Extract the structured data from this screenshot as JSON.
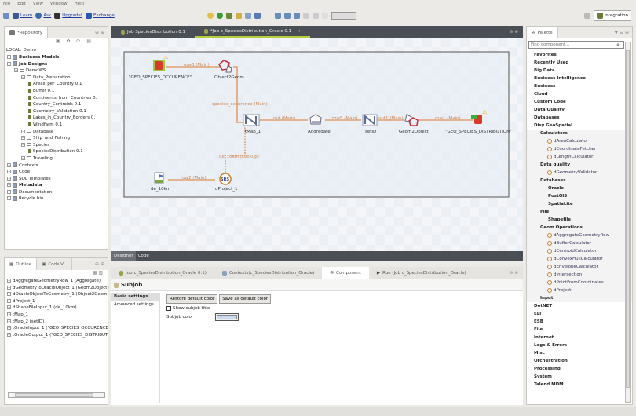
{
  "menu": [
    "File",
    "Edit",
    "View",
    "Window",
    "Help"
  ],
  "toolbar": {
    "learn": "Learn",
    "ask": "Ask",
    "upgrade": "Upgrade!",
    "exchange": "Exchange",
    "perspective": "Integration"
  },
  "repository": {
    "tab": "*Repository",
    "local": "LOCAL: Demo",
    "items": [
      {
        "label": "Business Models",
        "level": 0,
        "bold": true,
        "type": "root"
      },
      {
        "label": "Job Designs",
        "level": 0,
        "bold": true,
        "type": "root"
      },
      {
        "label": "DemoWS",
        "level": 1,
        "type": "folder"
      },
      {
        "label": "Data_Preparation",
        "level": 2,
        "type": "folder"
      },
      {
        "label": "Areas_per_Country 0.1",
        "level": 3,
        "type": "job"
      },
      {
        "label": "Buffer 0.1",
        "level": 3,
        "type": "job"
      },
      {
        "label": "Continents_from_Countries 0.",
        "level": 3,
        "type": "job"
      },
      {
        "label": "Country_Centroids 0.1",
        "level": 3,
        "type": "job"
      },
      {
        "label": "Geometry_Validation 0.1",
        "level": 3,
        "type": "job"
      },
      {
        "label": "Lakes_in_Country_Borders 0.",
        "level": 3,
        "type": "job"
      },
      {
        "label": "Windfarm 0.1",
        "level": 3,
        "type": "job"
      },
      {
        "label": "Database",
        "level": 2,
        "type": "folder"
      },
      {
        "label": "Ship_and_Fishing",
        "level": 2,
        "type": "folder"
      },
      {
        "label": "Species",
        "level": 2,
        "type": "folder"
      },
      {
        "label": "SpeciesDistribution 0.1",
        "level": 3,
        "type": "job"
      },
      {
        "label": "Traveling",
        "level": 2,
        "type": "folder"
      },
      {
        "label": "Contexts",
        "level": 0,
        "type": "root"
      },
      {
        "label": "Code",
        "level": 0,
        "type": "root"
      },
      {
        "label": "SQL Templates",
        "level": 0,
        "type": "root"
      },
      {
        "label": "Metadata",
        "level": 0,
        "bold": true,
        "type": "root"
      },
      {
        "label": "Documentation",
        "level": 0,
        "type": "root"
      },
      {
        "label": "Recycle bin",
        "level": 0,
        "type": "root"
      }
    ]
  },
  "outline": {
    "tabs": [
      "Outline",
      "Code V..."
    ],
    "items": [
      "dAggregateGeometryRow_1 (Aggregate)",
      "dGeometryToOracleObject_1 (Geom2Object)",
      "dOracleObjectToGeometry_1 (Object2Geom)",
      "dProject_1",
      "dShapeFileInput_1 (de_10km)",
      "tMap_1",
      "tMap_2 (setID)",
      "tOracleInput_1 (\"GEO_SPECIES_OCCURENCE",
      "tOracleOutput_1 (\"GEO_SPECIES_DISTRIBUT"
    ]
  },
  "editor": {
    "tabs": [
      {
        "label": "Job SpeciesDistribution 0.1",
        "active": false
      },
      {
        "label": "*Job c_SpeciesDistribution_Oracle 0.1",
        "active": true
      }
    ],
    "nodes": {
      "occ": "\"GEO_SPECIES_OCCURENCE\"",
      "o2g": "Object2Geom",
      "tmap": "tMap_1",
      "agg": "Aggregate",
      "setid": "setID",
      "g2o": "Geom2Object",
      "dist": "\"GEO_SPECIES_DISTRIBUTION\"",
      "de": "de_10km",
      "proj": "dProject_1"
    },
    "links": {
      "row3": "row3 (Main)",
      "species": "species_occurence (Main)",
      "out": "out (Main)",
      "row5": "row5 (Main)",
      "out1": "out1 (Main)",
      "row1": "row1 (Main)",
      "lookup": "de_10km (Lookup)",
      "row2": "row2 (Main)"
    },
    "modes": [
      "Designer",
      "Code"
    ]
  },
  "bottom": {
    "tabs": [
      {
        "label": "Job(c_SpeciesDistribution_Oracle 0.1)"
      },
      {
        "label": "Contexts(c_SpeciesDistribution_Oracle)"
      },
      {
        "label": "Component",
        "active": true
      },
      {
        "label": "Run (Job c_SpeciesDistribution_Oracle)"
      }
    ],
    "title": "Subjob",
    "side": [
      "Basic settings",
      "Advanced settings"
    ],
    "restore": "Restore default color",
    "save": "Save as default color",
    "show_title": "Show subjob title",
    "show_title_checked": false,
    "color_label": "Subjob color",
    "color": "#c8dcf0"
  },
  "palette": {
    "tab": "Palette",
    "search_placeholder": "Find component...",
    "items": [
      {
        "t": "cat",
        "l": "Favorites"
      },
      {
        "t": "cat",
        "l": "Recently Used"
      },
      {
        "t": "cat",
        "l": "Big Data"
      },
      {
        "t": "cat",
        "l": "Business Intelligence"
      },
      {
        "t": "cat",
        "l": "Business"
      },
      {
        "t": "cat",
        "l": "Cloud"
      },
      {
        "t": "cat",
        "l": "Custom Code"
      },
      {
        "t": "cat",
        "l": "Data Quality"
      },
      {
        "t": "cat",
        "l": "Databases"
      },
      {
        "t": "cat",
        "l": "Disy GeoSpatial"
      },
      {
        "t": "sub",
        "l": "Calculators"
      },
      {
        "t": "comp",
        "l": "dAreaCalculator"
      },
      {
        "t": "comp",
        "l": "dCoordinateFetcher"
      },
      {
        "t": "comp",
        "l": "dLengthCalculator"
      },
      {
        "t": "sub",
        "l": "Data quality"
      },
      {
        "t": "comp",
        "l": "dGeometryValidator"
      },
      {
        "t": "sub",
        "l": "Databases"
      },
      {
        "t": "sub2",
        "l": "Oracle"
      },
      {
        "t": "sub2",
        "l": "PostGIS"
      },
      {
        "t": "sub2",
        "l": "SpatiaLite"
      },
      {
        "t": "sub",
        "l": "File"
      },
      {
        "t": "sub2",
        "l": "Shapefile"
      },
      {
        "t": "sub",
        "l": "Geom Operations"
      },
      {
        "t": "comp",
        "l": "dAggregateGeometryRow"
      },
      {
        "t": "comp",
        "l": "dBufferCalculator"
      },
      {
        "t": "comp",
        "l": "dCentroidCalculator"
      },
      {
        "t": "comp",
        "l": "dConvexHullCalculator"
      },
      {
        "t": "comp",
        "l": "dEnvelopeCalculator"
      },
      {
        "t": "comp",
        "l": "dIntersection"
      },
      {
        "t": "comp",
        "l": "dPointFromCoordinates"
      },
      {
        "t": "comp",
        "l": "dProject"
      },
      {
        "t": "sub",
        "l": "Input"
      },
      {
        "t": "cat",
        "l": "DotNET"
      },
      {
        "t": "cat",
        "l": "ELT"
      },
      {
        "t": "cat",
        "l": "ESB"
      },
      {
        "t": "cat",
        "l": "File"
      },
      {
        "t": "cat",
        "l": "Internet"
      },
      {
        "t": "cat",
        "l": "Logs & Errors"
      },
      {
        "t": "cat",
        "l": "Misc"
      },
      {
        "t": "cat",
        "l": "Orchestration"
      },
      {
        "t": "cat",
        "l": "Processing"
      },
      {
        "t": "cat",
        "l": "System"
      },
      {
        "t": "cat",
        "l": "Talend MDM"
      }
    ]
  },
  "colors": {
    "link": "#e0a070",
    "editor_dark": "#4a4e55",
    "accent": "#b5cf3a"
  }
}
